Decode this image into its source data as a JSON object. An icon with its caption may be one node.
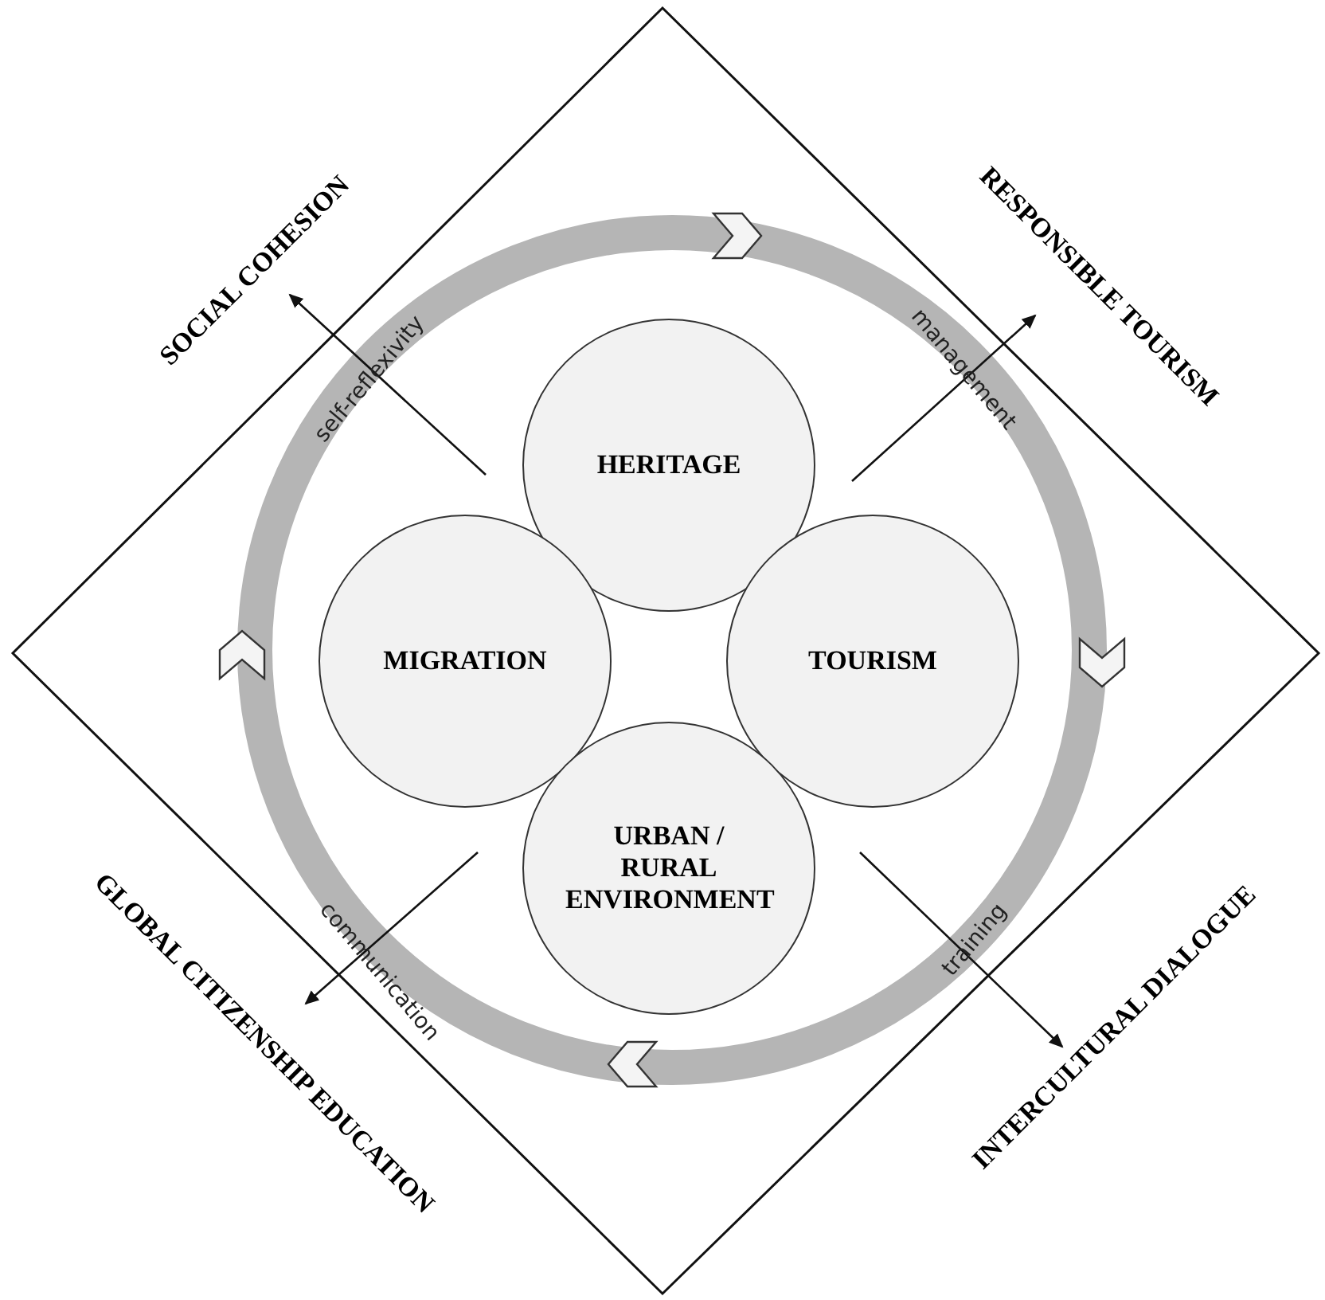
{
  "diagram": {
    "nodes": [
      {
        "text": [
          "SOCIAL COHESION",
          "RESPONSIBLE TOURISM",
          "GLOBAL CITIZENSHIP EDUCATION",
          "INTERCULTURAL DIALOGUE"
        ]
      },
      {
        "text": [
          "HERITAGE"
        ],
        "in": 0
      },
      {
        "text": [
          "MIGRATION"
        ],
        "in": 0
      },
      {
        "text": [
          "TOURISM"
        ],
        "in": 0
      },
      {
        "text": [
          "URBAN / RURAL ENVIRONMENT"
        ],
        "in": 0
      }
    ],
    "labels": [
      "self-reflexivity",
      "management",
      "communication",
      "training"
    ]
  }
}
